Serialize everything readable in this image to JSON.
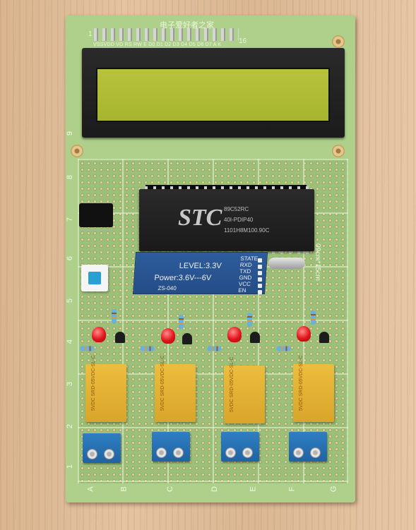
{
  "board": {
    "lcd_header_number_left": "1",
    "lcd_header_number_right": "16",
    "lcd_header_chinese": "电子爱好者之家",
    "lcd_pin_labels": "VSSVDD VO RS RW E D0 D1 D2 D3 D4 D5 D6 D7 A K",
    "board_size_label": "09cm*15cm",
    "row_numbers": [
      "9",
      "8",
      "7",
      "6",
      "5",
      "4",
      "3",
      "2",
      "1"
    ],
    "column_letters": [
      "A",
      "B",
      "C",
      "D",
      "E",
      "F",
      "G"
    ]
  },
  "mcu": {
    "logo": "STC",
    "line1": "89C52RC",
    "line2": "40I-PDIP40",
    "line3": "1101H8M100.90C"
  },
  "bluetooth": {
    "level": "LEVEL:3.3V",
    "power": "Power:3.6V---6V",
    "model": "ZS-040",
    "pins": [
      "STATE",
      "RXD",
      "TXD",
      "GND",
      "VCC",
      "EN"
    ]
  },
  "relays": {
    "marking": "5VDC SRD-05VDC-SL-C"
  },
  "colors": {
    "pcb": "#aed08a",
    "lcd_backlight": "#b7c33c",
    "bt_module": "#2e5c9c",
    "relay": "#e8b93a",
    "terminal": "#2a76b8",
    "led": "#e0141a"
  }
}
